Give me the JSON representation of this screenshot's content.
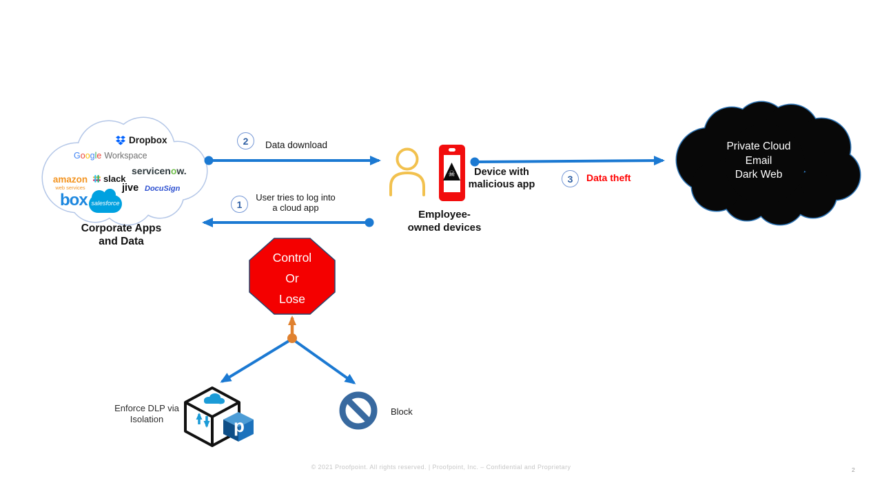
{
  "slide": {
    "footer": "© 2021 Proofpoint.  All rights reserved.  |  Proofpoint,  Inc. – Confidential  and Proprietary",
    "page_number": "2"
  },
  "corporate_cloud": {
    "label": {
      "line1": "Corporate Apps",
      "line2": "and Data"
    },
    "logos": {
      "dropbox": {
        "label": "Dropbox"
      },
      "google_workspace": {
        "letters": [
          "G",
          "o",
          "o",
          "g",
          "l",
          "e"
        ],
        "suffix": "Workspace"
      },
      "servicenow": {
        "part1": "servicen",
        "part2": "o",
        "part3": "w."
      },
      "slack": {
        "label": "slack"
      },
      "aws": {
        "line1": "amazon",
        "line2": "web services"
      },
      "jive": {
        "label": "jive"
      },
      "docusign": {
        "label": "DocuSign"
      },
      "box": {
        "label": "box"
      },
      "salesforce": {
        "label": "salesforce"
      }
    }
  },
  "flow": {
    "step1": {
      "number": "1",
      "line1": "User tries to log into",
      "line2": "a cloud app"
    },
    "step2": {
      "number": "2",
      "label": "Data download"
    },
    "step3": {
      "number": "3",
      "label": "Data theft"
    }
  },
  "devices": {
    "label": {
      "line1": "Employee-",
      "line2": "owned devices"
    },
    "malicious": {
      "line1": "Device with",
      "line2": "malicious app"
    },
    "skull_icon": "☠"
  },
  "dark_cloud": {
    "lines": [
      "Private Cloud",
      "Email",
      "Dark Web"
    ]
  },
  "stop_sign": {
    "lines": [
      "Control",
      "Or",
      "Lose"
    ]
  },
  "responses": {
    "isolation": {
      "line1": "Enforce DLP via",
      "line2": "Isolation",
      "logo_letter": "p"
    },
    "block": {
      "label": "Block"
    }
  },
  "colors": {
    "arrow_blue": "#1B79D2",
    "step_circle_blue": "#2E5FA3",
    "stop_red": "#F40000",
    "data_theft_red": "#FF0000",
    "orange": "#E0812F",
    "person_gold": "#F2C14E",
    "dark_cloud_outline": "#2E75B6",
    "block_blue": "#38699F",
    "proofpoint_blue": "#1C72BC",
    "corporate_cloud_outline": "#B3C6E7"
  }
}
